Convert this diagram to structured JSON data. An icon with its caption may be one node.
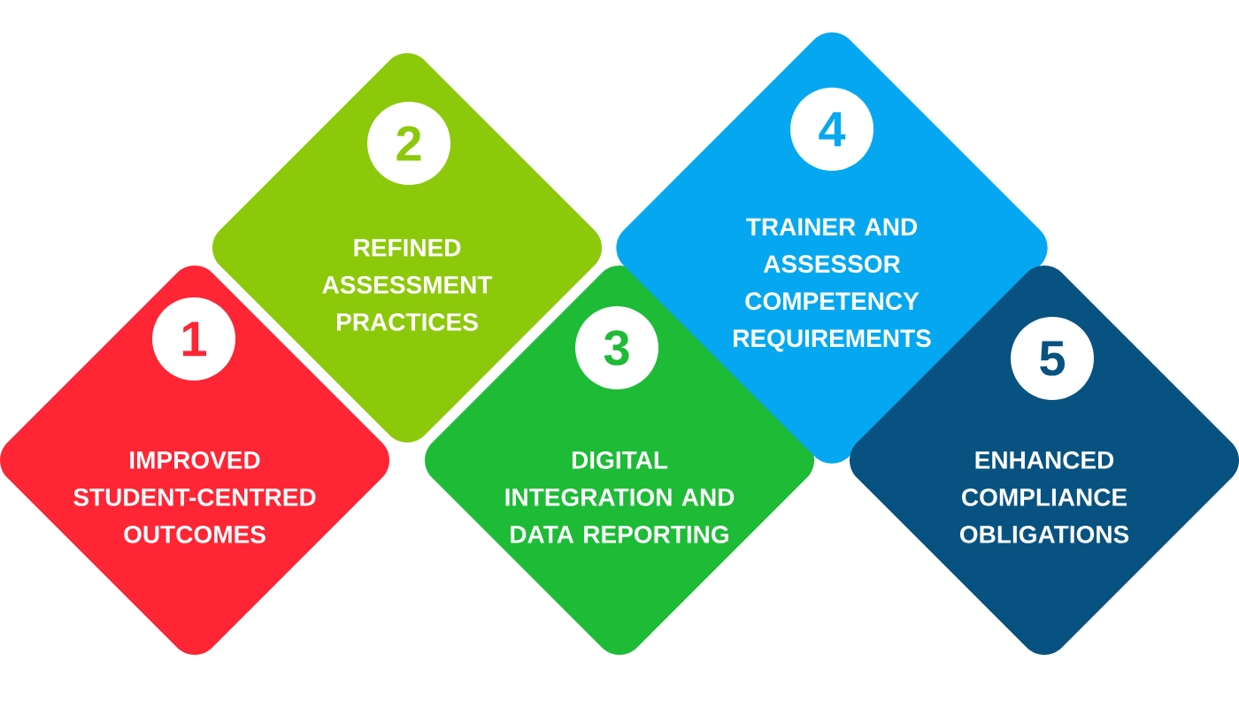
{
  "diagram": {
    "nodes": [
      {
        "text": [
          "IMPROVED STUDENT-CENTRED OUTCOMES"
        ]
      },
      {
        "text": [
          "1"
        ],
        "in": 0
      },
      {
        "text": [
          "REFINED ASSESSMENT PRACTICES"
        ]
      },
      {
        "text": [
          "2"
        ],
        "in": 2
      },
      {
        "text": [
          "DIGITAL INTEGRATION AND DATA REPORTING"
        ]
      },
      {
        "text": [
          "3"
        ],
        "in": 4
      },
      {
        "text": [
          "TRAINER AND ASSESSOR COMPETENCY REQUIREMENTS"
        ]
      },
      {
        "text": [
          "4"
        ],
        "in": 6
      },
      {
        "text": [
          "ENHANCED COMPLIANCE OBLIGATIONS"
        ]
      },
      {
        "text": [
          "5"
        ],
        "in": 8
      }
    ]
  }
}
